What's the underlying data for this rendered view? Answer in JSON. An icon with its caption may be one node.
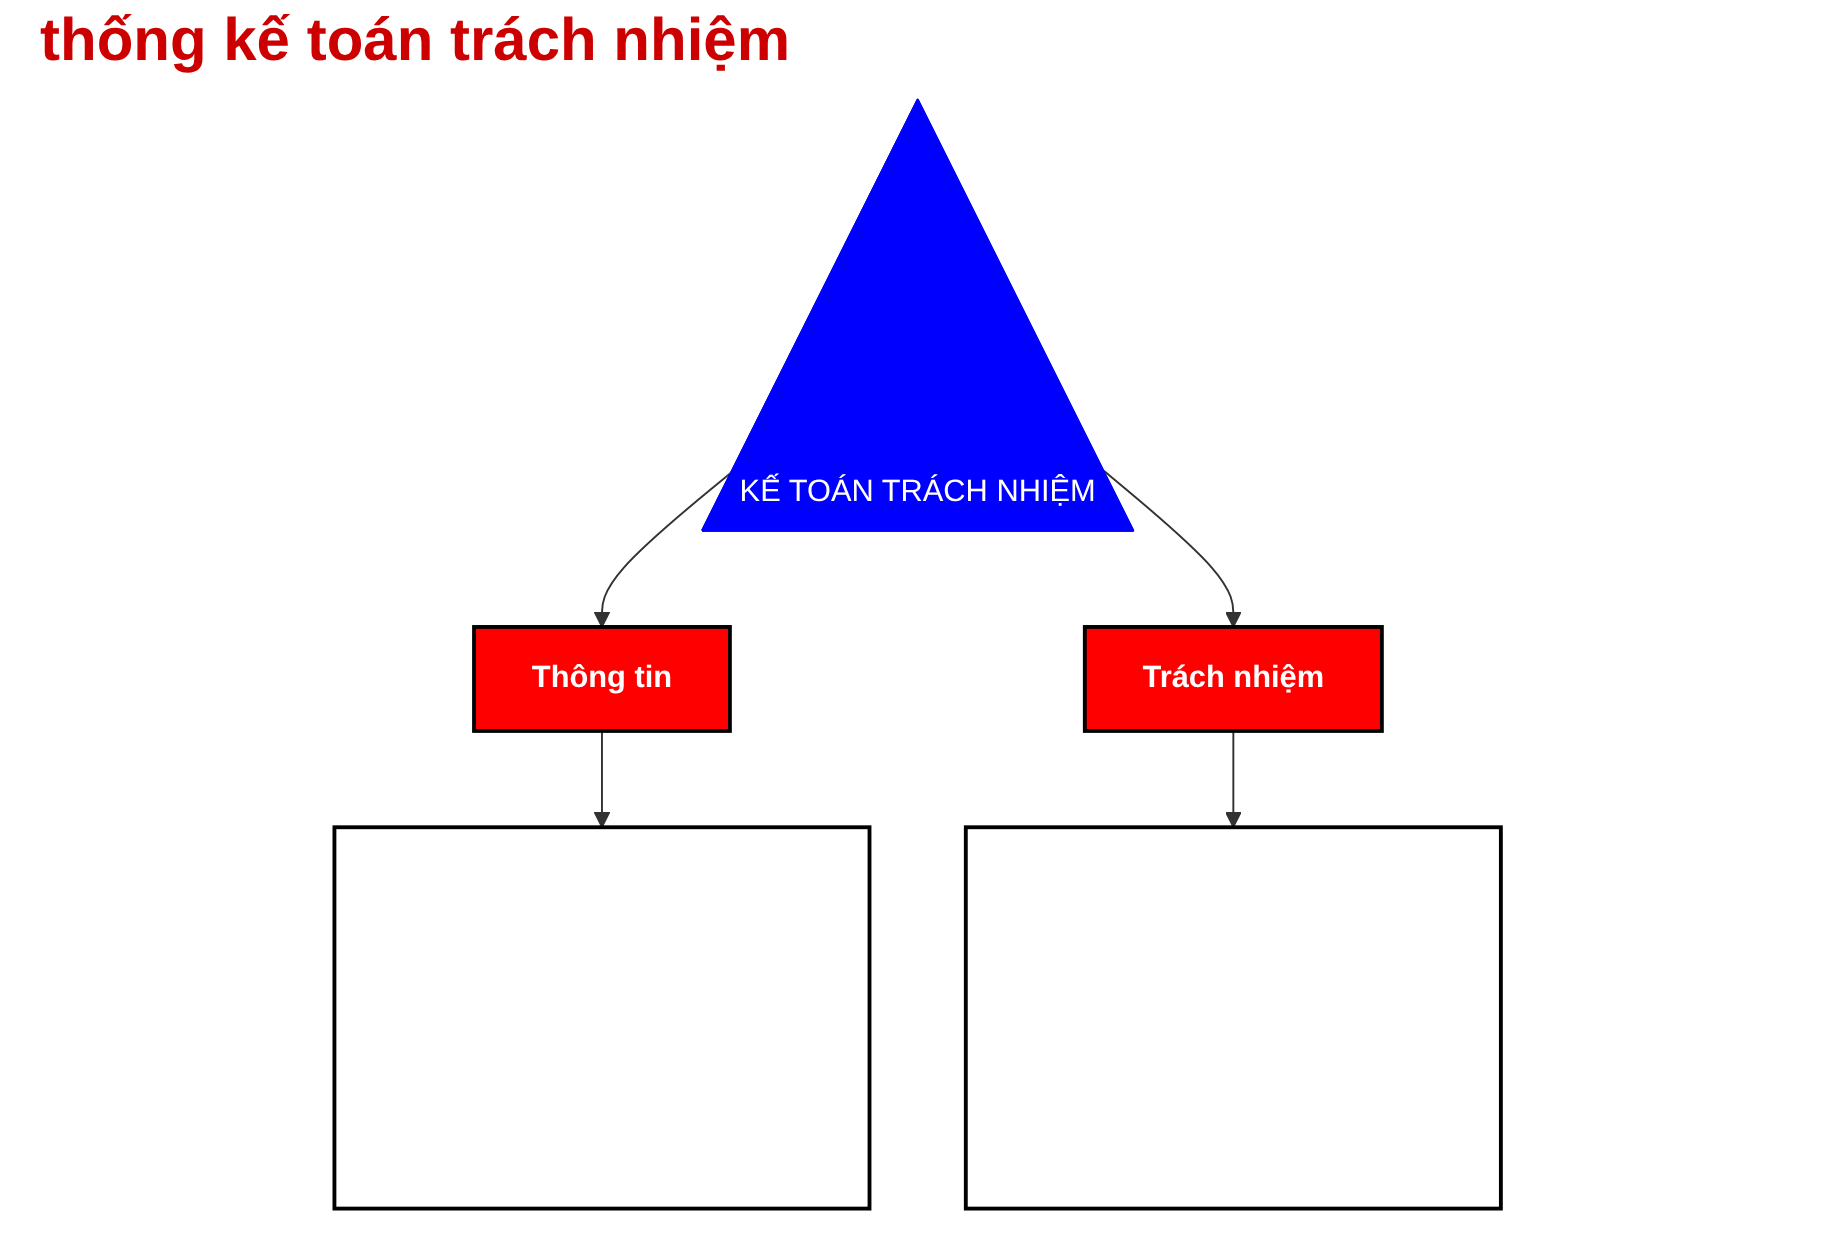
{
  "diagram": {
    "title": "thống kế toán trách nhiệm",
    "nodes": [
      {
        "text": [
          "KẾ TOÁN TRÁCH NHIỆM"
        ]
      },
      {
        "text": [
          "Thông tin"
        ]
      },
      {
        "text": [
          "Trách nhiệm"
        ]
      },
      {
        "text": [],
        "shape": "box"
      },
      {
        "text": [],
        "shape": "box"
      }
    ],
    "edges": [
      {
        "from": 0,
        "to": 1,
        "arrow": "to"
      },
      {
        "from": 0,
        "to": 2,
        "arrow": "to"
      },
      {
        "from": 1,
        "to": 3,
        "arrow": "to"
      },
      {
        "from": 2,
        "to": 4,
        "arrow": "to"
      }
    ]
  }
}
